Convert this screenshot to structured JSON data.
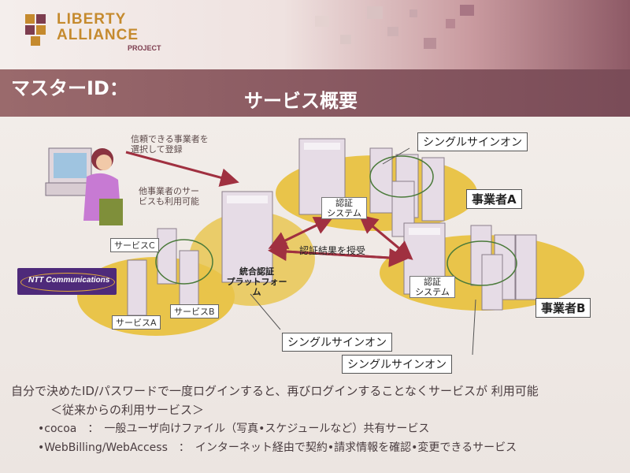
{
  "header": {
    "logo": {
      "line1": "LIBERTY",
      "line2": "ALLIANCE",
      "line3": "PROJECT"
    },
    "title_left": "マスターID：",
    "title_center": "サービス概要"
  },
  "diagram": {
    "user_note_1": [
      "信頼できる事業者を",
      "選択して登録"
    ],
    "user_note_2": [
      "他事業者のサー",
      "ビスも利用可能"
    ],
    "service_c": "サービスC",
    "service_b": "サービスB",
    "service_a": "サービスA",
    "integrated_auth": [
      "統合認証",
      "プラットフォーム"
    ],
    "auth_system_top": [
      "認証",
      "システム"
    ],
    "auth_system_bottom": [
      "認証",
      "システム"
    ],
    "auth_result": "認証結果を授受",
    "sso_top": "シングルサインオン",
    "sso_middle": "シングルサインオン",
    "sso_bottom": "シングルサインオン",
    "operator_a": "事業者A",
    "operator_b": "事業者B",
    "ntt_label": "NTT Communications"
  },
  "bottom_text": {
    "line1": "自分で決めたID/パスワードで一度ログインすると、再びログインすることなくサービスが 利用可能",
    "line2": "＜従来からの利用サービス＞",
    "line3": "•cocoa　：　一般ユーザ向けファイル（写真•スケジュールなど）共有サービス",
    "line4": "•WebBilling/WebAccess　：　インターネット経由で契約•請求情報を確認•変更できるサービス"
  },
  "colors": {
    "accent": "#8a5a62",
    "ellipse": "#e9c44a",
    "arrow": "#a03040",
    "brand": "#c58a2e"
  }
}
